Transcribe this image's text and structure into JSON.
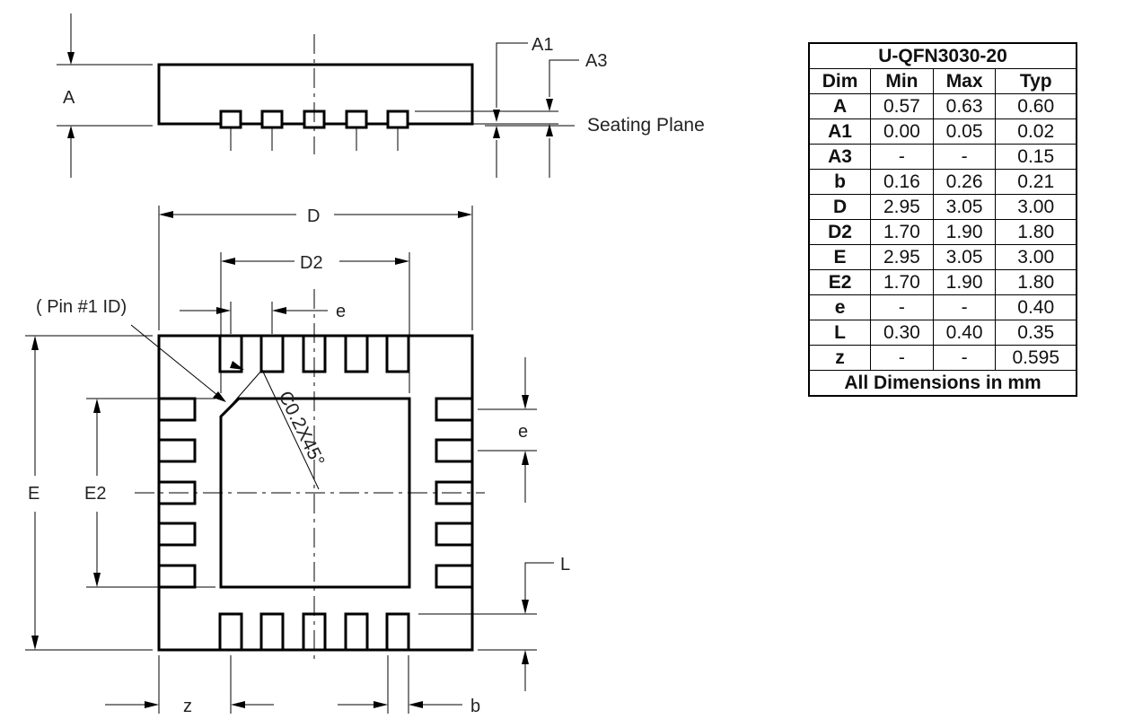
{
  "labels": {
    "A": "A",
    "A1": "A1",
    "A3": "A3",
    "seating_plane": "Seating Plane",
    "D": "D",
    "D2": "D2",
    "pin1_id": "( Pin #1 ID)",
    "e_top": "e",
    "e_right": "e",
    "chamfer": "C0.2X45°",
    "E": "E",
    "E2": "E2",
    "L": "L",
    "z": "z",
    "b": "b"
  },
  "table": {
    "title": "U-QFN3030-20",
    "headers": [
      "Dim",
      "Min",
      "Max",
      "Typ"
    ],
    "rows": [
      {
        "dim": "A",
        "min": "0.57",
        "max": "0.63",
        "typ": "0.60"
      },
      {
        "dim": "A1",
        "min": "0.00",
        "max": "0.05",
        "typ": "0.02"
      },
      {
        "dim": "A3",
        "min": "-",
        "max": "-",
        "typ": "0.15"
      },
      {
        "dim": "b",
        "min": "0.16",
        "max": "0.26",
        "typ": "0.21"
      },
      {
        "dim": "D",
        "min": "2.95",
        "max": "3.05",
        "typ": "3.00"
      },
      {
        "dim": "D2",
        "min": "1.70",
        "max": "1.90",
        "typ": "1.80"
      },
      {
        "dim": "E",
        "min": "2.95",
        "max": "3.05",
        "typ": "3.00"
      },
      {
        "dim": "E2",
        "min": "1.70",
        "max": "1.90",
        "typ": "1.80"
      },
      {
        "dim": "e",
        "min": "-",
        "max": "-",
        "typ": "0.40"
      },
      {
        "dim": "L",
        "min": "0.30",
        "max": "0.40",
        "typ": "0.35"
      },
      {
        "dim": "z",
        "min": "-",
        "max": "-",
        "typ": "0.595"
      }
    ],
    "footer": "All Dimensions in mm"
  }
}
